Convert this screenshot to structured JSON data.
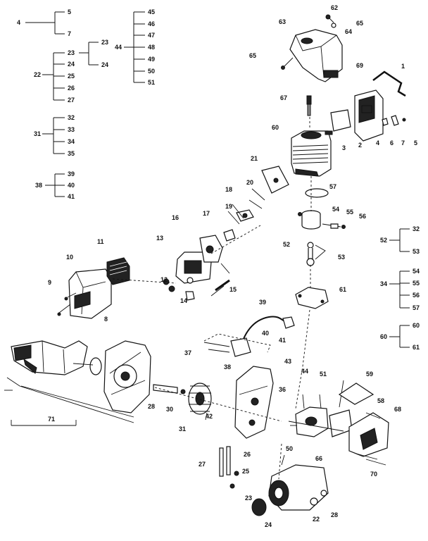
{
  "groups": {
    "g4": {
      "parent": "4",
      "children": [
        "5",
        "7"
      ]
    },
    "g22": {
      "parent": "22",
      "children": [
        "23",
        "24",
        "25",
        "26",
        "27"
      ]
    },
    "g23": {
      "parent": "23",
      "children": [
        "24"
      ]
    },
    "g31": {
      "parent": "31",
      "children": [
        "32",
        "33",
        "34",
        "35"
      ]
    },
    "g38": {
      "parent": "38",
      "children": [
        "39",
        "40",
        "41"
      ]
    },
    "g44": {
      "parent": "44",
      "children": [
        "45",
        "46",
        "47",
        "48",
        "49",
        "50",
        "51"
      ]
    },
    "g52": {
      "parent": "52",
      "children": [
        "32",
        "53"
      ]
    },
    "g34": {
      "parent": "34",
      "children": [
        "54",
        "55",
        "56",
        "57"
      ]
    },
    "g60": {
      "parent": "60",
      "children": [
        "60",
        "61"
      ]
    }
  },
  "callouts": {
    "c1": "1",
    "c2": "2",
    "c3": "3",
    "c4": "4",
    "c5": "5",
    "c6": "6",
    "c7": "7",
    "c8": "8",
    "c9": "9",
    "c10": "10",
    "c11": "11",
    "c12": "12",
    "c13": "13",
    "c14": "14",
    "c15": "15",
    "c16": "16",
    "c17": "17",
    "c18": "18",
    "c19": "19",
    "c20": "20",
    "c21": "21",
    "c22": "22",
    "c23": "23",
    "c24": "24",
    "c25": "25",
    "c26": "26",
    "c27": "27",
    "c28a": "28",
    "c28b": "28",
    "c30": "30",
    "c31": "31",
    "c36": "36",
    "c37": "37",
    "c38": "38",
    "c39": "39",
    "c40": "40",
    "c41": "41",
    "c42": "42",
    "c43": "43",
    "c44": "44",
    "c50": "50",
    "c51": "51",
    "c52": "52",
    "c53": "53",
    "c54": "54",
    "c55": "55",
    "c56": "56",
    "c57": "57",
    "c58": "58",
    "c59": "59",
    "c60": "60",
    "c61": "61",
    "c62": "62",
    "c63": "63",
    "c64": "64",
    "c65a": "65",
    "c65b": "65",
    "c66": "66",
    "c67": "67",
    "c68": "68",
    "c69": "69",
    "c70": "70",
    "c71": "71"
  }
}
